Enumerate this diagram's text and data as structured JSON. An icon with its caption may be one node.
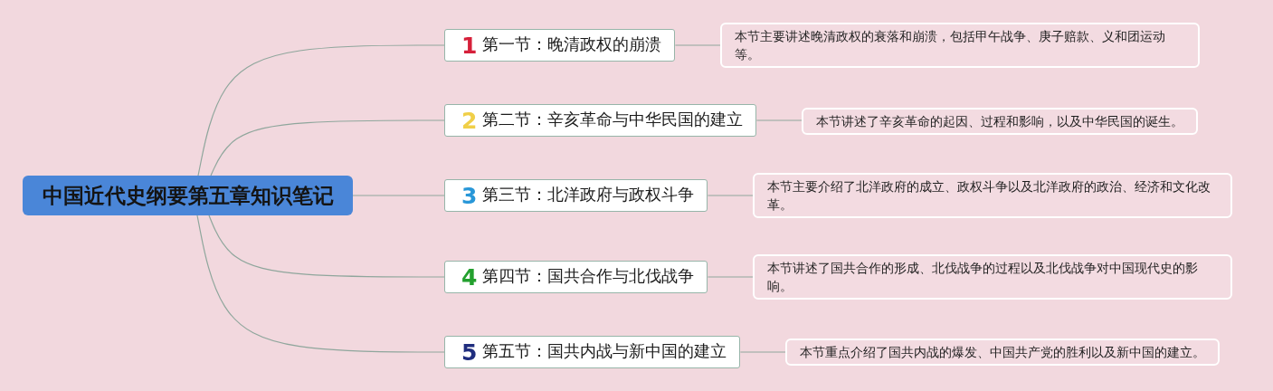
{
  "diagram": {
    "nodes": [
      {
        "text": [
          "中国近代史纲要第五章知识笔记"
        ]
      },
      {
        "text": [
          "1",
          "第一节：晚清政权的崩溃"
        ]
      },
      {
        "text": [
          "本节主要讲述晚清政权的衰落和崩溃，包括甲午战争、庚子赔款、义和团运动等。"
        ]
      },
      {
        "text": [
          "2",
          "第二节：辛亥革命与中华民国的建立"
        ]
      },
      {
        "text": [
          "本节讲述了辛亥革命的起因、过程和影响，以及中华民国的诞生。"
        ]
      },
      {
        "text": [
          "3",
          "第三节：北洋政府与政权斗争"
        ]
      },
      {
        "text": [
          "本节主要介绍了北洋政府的成立、政权斗争以及北洋政府的政治、经济和文化改革。"
        ]
      },
      {
        "text": [
          "4",
          "第四节：国共合作与北伐战争"
        ]
      },
      {
        "text": [
          "本节讲述了国共合作的形成、北伐战争的过程以及北伐战争对中国现代史的影响。"
        ]
      },
      {
        "text": [
          "5",
          "第五节：国共内战与新中国的建立"
        ]
      },
      {
        "text": [
          "本节重点介绍了国共内战的爆发、中国共产党的胜利以及新中国的建立。"
        ]
      }
    ],
    "edges": [
      {
        "from": 0,
        "to": 1,
        "arrow": "none"
      },
      {
        "from": 0,
        "to": 3,
        "arrow": "none"
      },
      {
        "from": 0,
        "to": 5,
        "arrow": "none"
      },
      {
        "from": 0,
        "to": 7,
        "arrow": "none"
      },
      {
        "from": 0,
        "to": 9,
        "arrow": "none"
      },
      {
        "from": 1,
        "to": 2,
        "arrow": "none"
      },
      {
        "from": 3,
        "to": 4,
        "arrow": "none"
      },
      {
        "from": 5,
        "to": 6,
        "arrow": "none"
      },
      {
        "from": 7,
        "to": 8,
        "arrow": "none"
      },
      {
        "from": 9,
        "to": 10,
        "arrow": "none"
      }
    ]
  }
}
